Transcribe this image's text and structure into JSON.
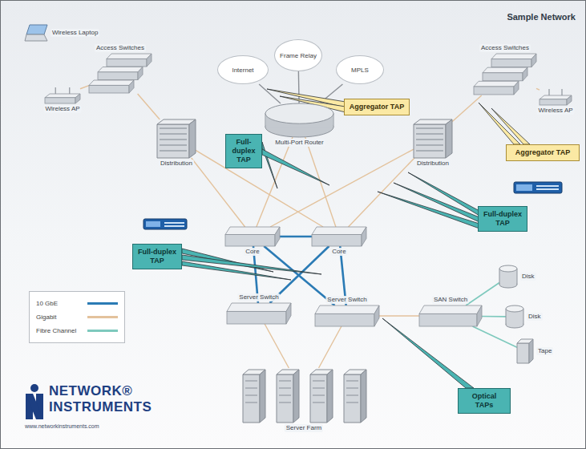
{
  "diagram": {
    "title": "Sample Network",
    "nodes": [
      {
        "text": [
          "Wireless Laptop"
        ]
      },
      {
        "text": [
          "Access Switches"
        ]
      },
      {
        "text": [
          "Wireless AP"
        ]
      },
      {
        "text": [
          "Internet"
        ]
      },
      {
        "text": [
          "Frame Relay"
        ]
      },
      {
        "text": [
          "MPLS"
        ]
      },
      {
        "text": [
          "Access Switches"
        ]
      },
      {
        "text": [
          "Wireless AP"
        ]
      },
      {
        "text": [
          "Aggregator TAP"
        ]
      },
      {
        "text": [
          "Multi-Port Router"
        ]
      },
      {
        "text": [
          "Full-duplex TAP"
        ]
      },
      {
        "text": [
          "Distribution"
        ]
      },
      {
        "text": [
          "Distribution"
        ]
      },
      {
        "text": [
          "Aggregator TAP"
        ]
      },
      {
        "text": [
          "Full-duplex TAP"
        ]
      },
      {
        "text": [
          "Core"
        ]
      },
      {
        "text": [
          "Core"
        ]
      },
      {
        "text": [
          "Full-duplex TAP"
        ]
      },
      {
        "text": [
          "Server Switch"
        ]
      },
      {
        "text": [
          "Server Switch"
        ]
      },
      {
        "text": [
          "SAN Switch"
        ]
      },
      {
        "text": [
          "Disk"
        ]
      },
      {
        "text": [
          "Disk"
        ]
      },
      {
        "text": [
          "Tape"
        ]
      },
      {
        "text": [
          "Optical TAPs"
        ]
      },
      {
        "text": [
          "Server Farm"
        ]
      }
    ],
    "edges": [
      {
        "from": 1,
        "to": 11,
        "arrow": "none"
      },
      {
        "from": 2,
        "to": 1,
        "arrow": "none"
      },
      {
        "from": 6,
        "to": 12,
        "arrow": "none"
      },
      {
        "from": 7,
        "to": 6,
        "arrow": "none"
      },
      {
        "from": 9,
        "to": 3,
        "arrow": "none"
      },
      {
        "from": 9,
        "to": 4,
        "arrow": "none"
      },
      {
        "from": 9,
        "to": 5,
        "arrow": "none"
      },
      {
        "from": 11,
        "to": 15,
        "arrow": "none"
      },
      {
        "from": 11,
        "to": 16,
        "arrow": "none"
      },
      {
        "from": 12,
        "to": 15,
        "arrow": "none"
      },
      {
        "from": 12,
        "to": 16,
        "arrow": "none"
      },
      {
        "from": 9,
        "to": 15,
        "arrow": "none"
      },
      {
        "from": 9,
        "to": 16,
        "arrow": "none"
      },
      {
        "from": 15,
        "to": 16,
        "arrow": "none"
      },
      {
        "from": 15,
        "to": 18,
        "arrow": "none"
      },
      {
        "from": 15,
        "to": 19,
        "arrow": "none"
      },
      {
        "from": 16,
        "to": 18,
        "arrow": "none"
      },
      {
        "from": 16,
        "to": 19,
        "arrow": "none"
      },
      {
        "from": 18,
        "to": 25,
        "arrow": "none"
      },
      {
        "from": 19,
        "to": 25,
        "arrow": "none"
      },
      {
        "from": 19,
        "to": 20,
        "arrow": "none"
      },
      {
        "from": 20,
        "to": 21,
        "arrow": "none"
      },
      {
        "from": 20,
        "to": 22,
        "arrow": "none"
      },
      {
        "from": 20,
        "to": 23,
        "arrow": "none"
      }
    ],
    "labels": [
      "NETWORK®",
      "INSTRUMENTS",
      "www.networkinstruments.com"
    ],
    "legend": [
      {
        "text": "10 GbE",
        "color": "#2b7bb5"
      },
      {
        "text": "Gigabit",
        "color": "#e3c29c"
      },
      {
        "text": "Fibre Channel",
        "color": "#7ec9bd"
      }
    ]
  }
}
